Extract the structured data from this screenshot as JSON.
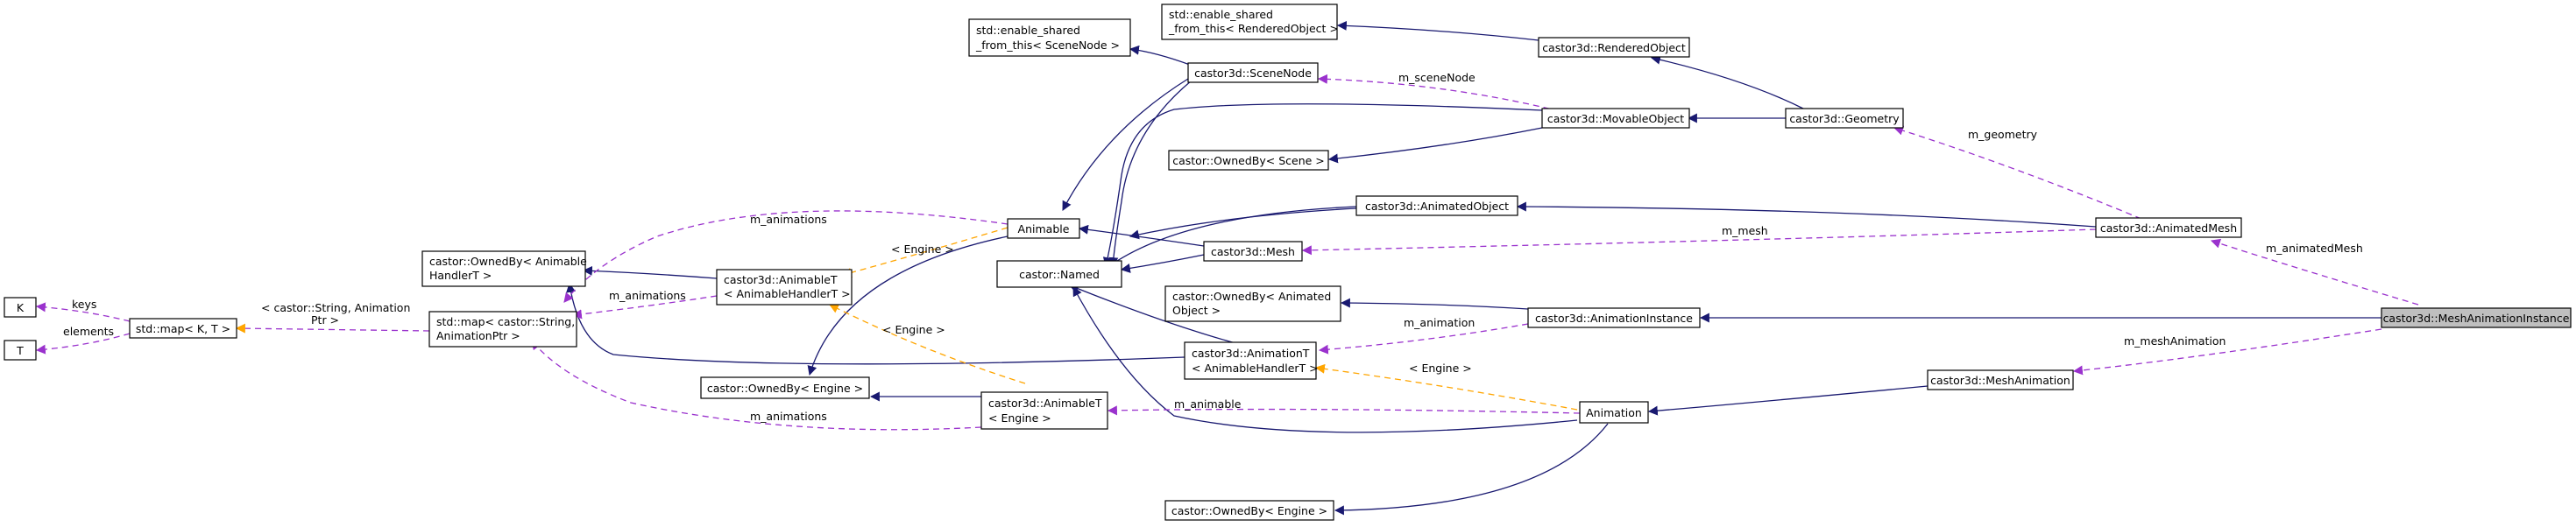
{
  "nodes": {
    "mesh_animation_instance": [
      "castor3d::MeshAnimationInstance"
    ],
    "animation_instance": [
      "castor3d::AnimationInstance"
    ],
    "animated_mesh": [
      "castor3d::AnimatedMesh"
    ],
    "mesh_animation": [
      "castor3d::MeshAnimation"
    ],
    "geometry": [
      "castor3d::Geometry"
    ],
    "animated_object": [
      "castor3d::AnimatedObject"
    ],
    "rendered_object": [
      "castor3d::RenderedObject"
    ],
    "movable_object": [
      "castor3d::MovableObject"
    ],
    "enable_shared_rendered": [
      "std::enable_shared",
      "_from_this< RenderedObject >"
    ],
    "enable_shared_scene": [
      "std::enable_shared",
      "_from_this< SceneNode >"
    ],
    "scene_node": [
      "castor3d::SceneNode"
    ],
    "owned_by_scene": [
      "castor::OwnedBy< Scene >"
    ],
    "mesh": [
      "castor3d::Mesh"
    ],
    "named": [
      "castor::Named"
    ],
    "animable": [
      "Animable"
    ],
    "owned_by_animated_object": [
      "castor::OwnedBy< Animated",
      "Object >"
    ],
    "animation_t_handler": [
      "castor3d::AnimationT",
      "< AnimableHandlerT >"
    ],
    "animation": [
      "Animation"
    ],
    "owned_by_engine_bottom": [
      "castor::OwnedBy< Engine >"
    ],
    "animable_t_engine": [
      "castor3d::AnimableT",
      "< Engine >"
    ],
    "owned_by_engine": [
      "castor::OwnedBy< Engine >"
    ],
    "animable_t_handler": [
      "castor3d::AnimableT",
      "< AnimableHandlerT >"
    ],
    "owned_by_animable_handler": [
      "castor::OwnedBy< Animable",
      "HandlerT >"
    ],
    "map_string_animation": [
      "std::map< castor::String,",
      "AnimationPtr >"
    ],
    "map_k_t": [
      "std::map< K, T >"
    ],
    "k": [
      "K"
    ],
    "t": [
      "T"
    ]
  },
  "edge_labels": {
    "m_animatedMesh": "m_animatedMesh",
    "m_meshAnimation": "m_meshAnimation",
    "m_geometry": "m_geometry",
    "m_mesh": "m_mesh",
    "m_sceneNode": "m_sceneNode",
    "m_animation": "m_animation",
    "engine_1": "< Engine >",
    "engine_2": "< Engine >",
    "engine_3": "< Engine >",
    "m_animable": "m_animable",
    "m_animations_1": "m_animations",
    "m_animations_2": "m_animations",
    "m_animations_3": "m_animations",
    "string_animation_1": "< castor::String, Animation",
    "string_animation_2": "Ptr >",
    "keys": "keys",
    "elements": "elements"
  },
  "colors": {
    "inheritance": "#191970",
    "usage": "#9a32cd",
    "template": "#ffa500",
    "focus_fill": "#bfbfbf"
  }
}
